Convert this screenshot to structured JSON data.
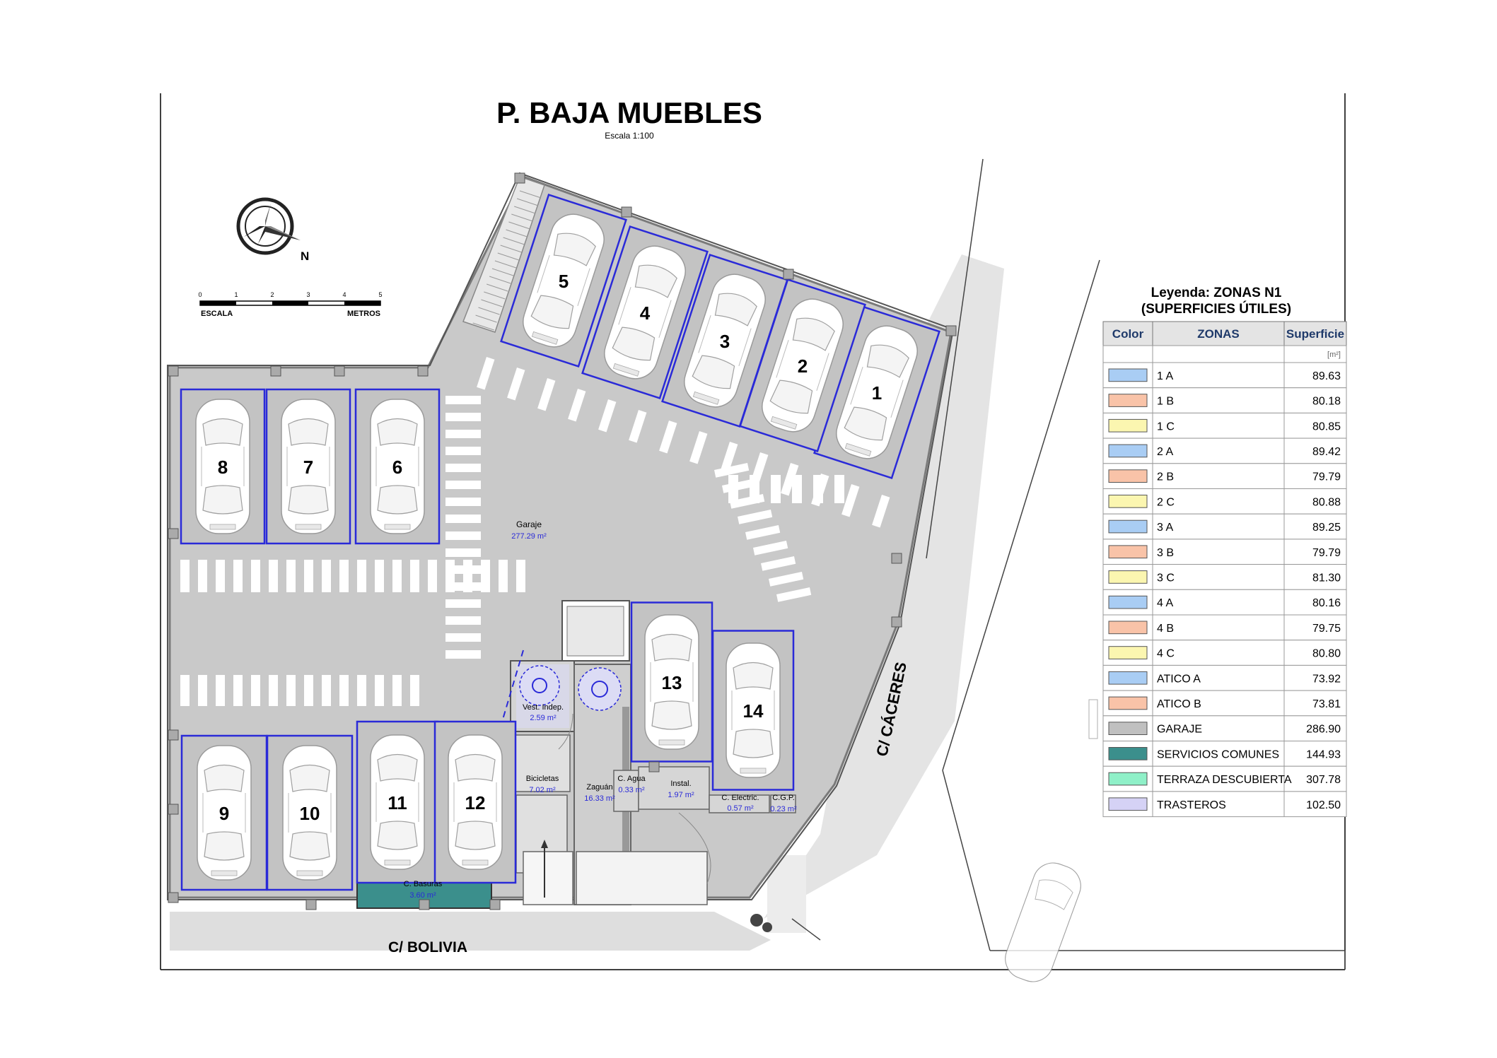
{
  "title": "P. BAJA MUEBLES",
  "scale_text": "Escala 1:100",
  "north": "N",
  "scale_bar": {
    "ticks": [
      "0",
      "1",
      "2",
      "3",
      "4",
      "5"
    ],
    "left_label": "ESCALA",
    "right_label": "METROS"
  },
  "streets": {
    "bolivia": "C/ BOLIVIA",
    "caceres": "C/ CÁCERES"
  },
  "parking_spots": [
    "1",
    "2",
    "3",
    "4",
    "5",
    "6",
    "7",
    "8",
    "9",
    "10",
    "11",
    "12",
    "13",
    "14"
  ],
  "rooms": {
    "garaje": {
      "name": "Garaje",
      "area": "277.29 m²"
    },
    "vest": {
      "name": "Vest. Indep.",
      "area": "2.59 m²"
    },
    "bicicletas": {
      "name": "Bicicletas",
      "area": "7.02 m²"
    },
    "zaguan": {
      "name": "Zaguán",
      "area": "16.33 m²"
    },
    "agua": {
      "name": "C. Agua",
      "area": "0.33 m²"
    },
    "instal": {
      "name": "Instal.",
      "area": "1.97 m²"
    },
    "electric": {
      "name": "C. Electric.",
      "area": "0.57 m²"
    },
    "cgp": {
      "name": "C.G.P.",
      "area": "0.23 m²"
    },
    "basuras": {
      "name": "C. Basuras",
      "area": "3.60 m²"
    }
  },
  "legend": {
    "title_line1": "Leyenda: ZONAS N1",
    "title_line2": "(SUPERFICIES ÚTILES)",
    "col_color": "Color",
    "col_zonas": "ZONAS",
    "col_superficie": "Superficie",
    "unit": "[m²]",
    "rows": [
      {
        "zona": "1 A",
        "superficie": "89.63",
        "color": "#a9cdf4"
      },
      {
        "zona": "1 B",
        "superficie": "80.18",
        "color": "#f9c3a8"
      },
      {
        "zona": "1 C",
        "superficie": "80.85",
        "color": "#fbf6b0"
      },
      {
        "zona": "2 A",
        "superficie": "89.42",
        "color": "#a9cdf4"
      },
      {
        "zona": "2 B",
        "superficie": "79.79",
        "color": "#f9c3a8"
      },
      {
        "zona": "2 C",
        "superficie": "80.88",
        "color": "#fbf6b0"
      },
      {
        "zona": "3 A",
        "superficie": "89.25",
        "color": "#a9cdf4"
      },
      {
        "zona": "3 B",
        "superficie": "79.79",
        "color": "#f9c3a8"
      },
      {
        "zona": "3 C",
        "superficie": "81.30",
        "color": "#fbf6b0"
      },
      {
        "zona": "4 A",
        "superficie": "80.16",
        "color": "#a9cdf4"
      },
      {
        "zona": "4 B",
        "superficie": "79.75",
        "color": "#f9c3a8"
      },
      {
        "zona": "4 C",
        "superficie": "80.80",
        "color": "#fbf6b0"
      },
      {
        "zona": "ATICO A",
        "superficie": "73.92",
        "color": "#a9cdf4"
      },
      {
        "zona": "ATICO B",
        "superficie": "73.81",
        "color": "#f9c3a8"
      },
      {
        "zona": "GARAJE",
        "superficie": "286.90",
        "color": "#c0c0c0"
      },
      {
        "zona": "SERVICIOS COMUNES",
        "superficie": "144.93",
        "color": "#3b8f8c"
      },
      {
        "zona": "TERRAZA DESCUBIERTA",
        "superficie": "307.78",
        "color": "#8ff0c8"
      },
      {
        "zona": "TRASTEROS",
        "superficie": "102.50",
        "color": "#d5d2f5"
      }
    ]
  },
  "colors": {
    "spot_outline": "#2a2ad8",
    "floor": "#c9c9c9",
    "shadow": "#d9d9d9",
    "area_text": "#2a2ad8"
  }
}
